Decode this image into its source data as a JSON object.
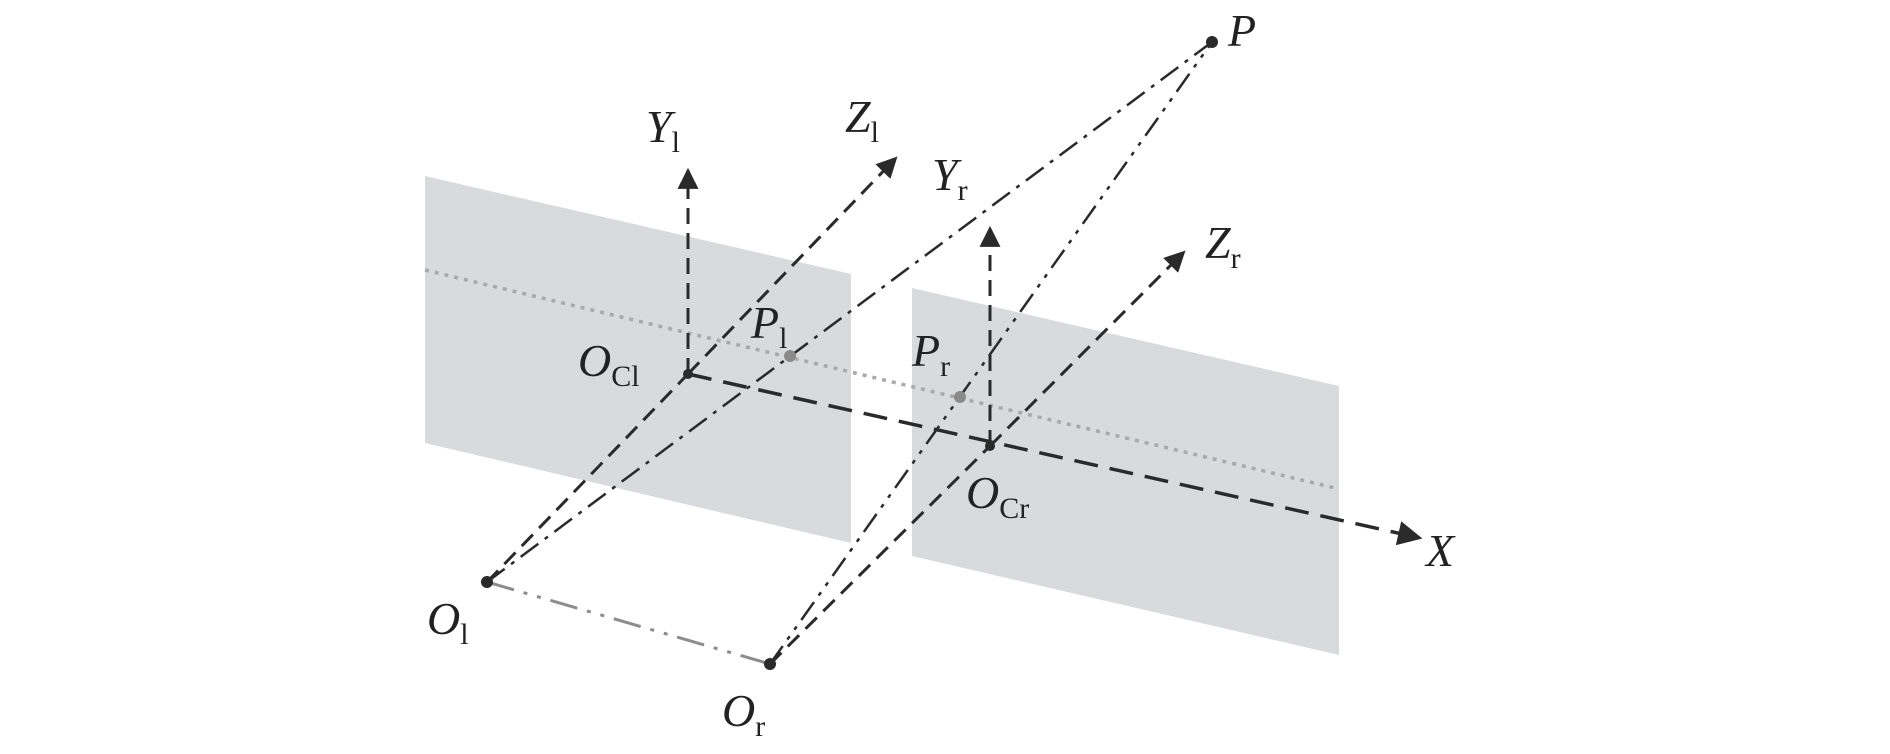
{
  "colors": {
    "plane": "#d9dadc",
    "line": "#2a2a2a",
    "epipolar": "#a9a9ab",
    "point_gray": "#8a8a8a",
    "baseline": "#8c8c8c",
    "background": "#ffffff"
  },
  "labels": {
    "P": {
      "main": "P",
      "sub": ""
    },
    "Y_l": {
      "main": "Y",
      "sub": "l"
    },
    "Z_l": {
      "main": "Z",
      "sub": "l"
    },
    "Y_r": {
      "main": "Y",
      "sub": "r"
    },
    "Z_r": {
      "main": "Z",
      "sub": "r"
    },
    "P_l": {
      "main": "P",
      "sub": "l"
    },
    "P_r": {
      "main": "P",
      "sub": "r"
    },
    "O_Cl": {
      "main": "O",
      "sub": "Cl"
    },
    "O_Cr": {
      "main": "O",
      "sub": "Cr"
    },
    "X": {
      "main": "X",
      "sub": ""
    },
    "O_l": {
      "main": "O",
      "sub": "l"
    },
    "O_r": {
      "main": "O",
      "sub": "r"
    }
  }
}
